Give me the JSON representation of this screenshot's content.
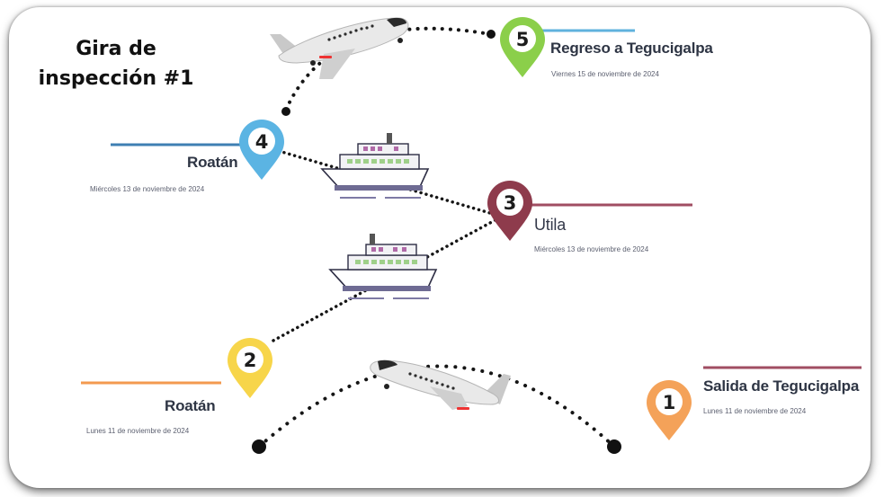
{
  "title_line1": "Gira de",
  "title_line2": "inspección #1",
  "stops": [
    {
      "number": "1",
      "place": "Salida de Tegucigalpa",
      "date": "Lunes 11 de noviembre de 2024",
      "color": "#f4a259"
    },
    {
      "number": "2",
      "place": "Roatán",
      "date": "Lunes 11 de noviembre de 2024",
      "color": "#f7d54a"
    },
    {
      "number": "3",
      "place": "Utila",
      "date": "Miércoles 13 de noviembre de 2024",
      "color": "#8e3b4c"
    },
    {
      "number": "4",
      "place": "Roatán",
      "date": "Miércoles 13 de noviembre de 2024",
      "color": "#5bb4e3"
    },
    {
      "number": "5",
      "place": "Regreso a Tegucigalpa",
      "date": "Viernes 15 de noviembre de 2024",
      "color": "#8bcf4a"
    }
  ],
  "icons": [
    "airplane-icon",
    "ferry-icon",
    "map-pin-icon"
  ]
}
